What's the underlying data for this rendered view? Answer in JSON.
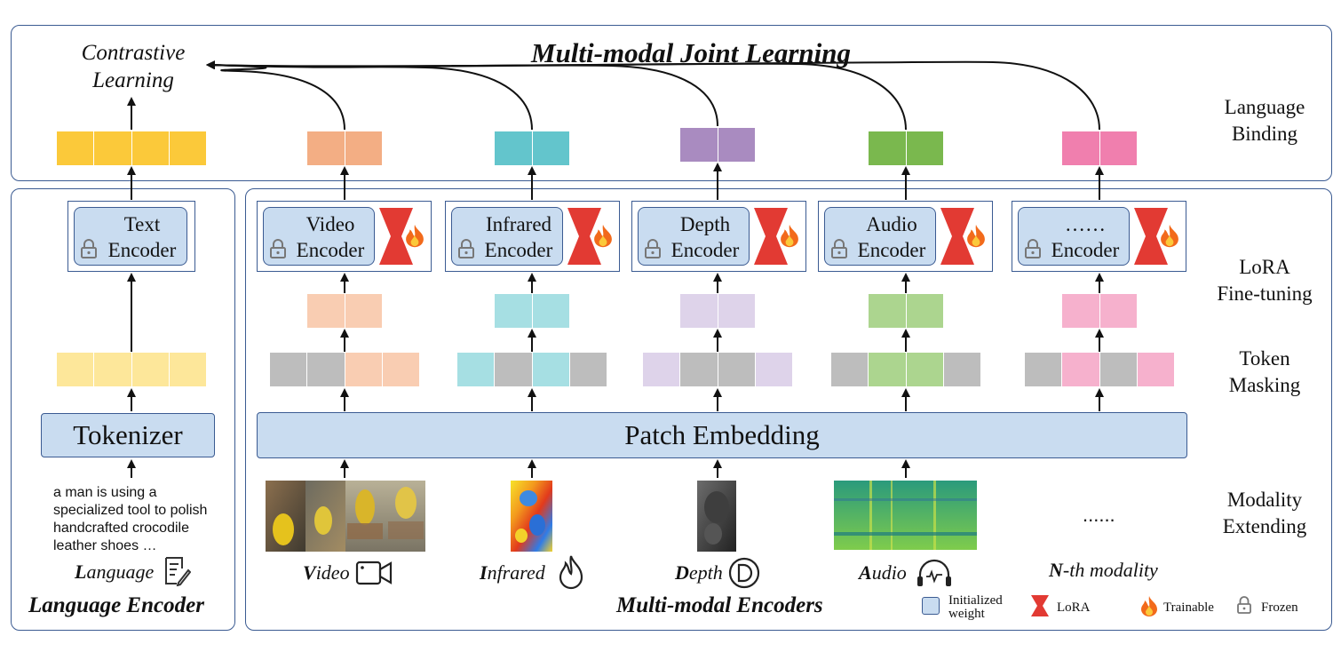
{
  "title": "Multi-modal Joint Learning",
  "contrastive": {
    "line1": "Contrastive",
    "line2": "Learning"
  },
  "side_labels": {
    "language_binding": [
      "Language",
      "Binding"
    ],
    "lora_finetuning": [
      "LoRA",
      "Fine-tuning"
    ],
    "token_masking": [
      "Token",
      "Masking"
    ],
    "modality_extending": [
      "Modality",
      "Extending"
    ]
  },
  "language_panel": {
    "title": "Language Encoder",
    "encoder": [
      "Text",
      "Encoder"
    ],
    "tokenizer": "Tokenizer",
    "caption": [
      "a man is using a",
      "specialized tool to polish",
      "handcrafted crocodile",
      "leather shoes …"
    ],
    "label_initial": "L",
    "label_rest": "anguage"
  },
  "multimodal_panel": {
    "title": "Multi-modal Encoders",
    "patch_embedding": "Patch Embedding"
  },
  "modalities": [
    {
      "key": "video",
      "encoder": [
        "Video",
        "Encoder"
      ],
      "label_initial": "V",
      "label_rest": "ideo",
      "color": "#f3ae84",
      "light": "#f9cdb2",
      "mask": [
        "#bdbdbd",
        "#bdbdbd",
        "#f9cdb2",
        "#f9cdb2"
      ]
    },
    {
      "key": "infrared",
      "encoder": [
        "Infrared",
        "Encoder"
      ],
      "label_initial": "I",
      "label_rest": "nfrared",
      "color": "#63c5cc",
      "light": "#a6dfe3",
      "mask": [
        "#a6dfe3",
        "#bdbdbd",
        "#a6dfe3",
        "#bdbdbd"
      ]
    },
    {
      "key": "depth",
      "encoder": [
        "Depth",
        "Encoder"
      ],
      "label_initial": "D",
      "label_rest": "epth",
      "color": "#a98bc0",
      "light": "#ded3ea",
      "mask": [
        "#ded3ea",
        "#bdbdbd",
        "#bdbdbd",
        "#ded3ea"
      ]
    },
    {
      "key": "audio",
      "encoder": [
        "Audio",
        "Encoder"
      ],
      "label_initial": "A",
      "label_rest": "udio",
      "color": "#7ab84e",
      "light": "#acd58f",
      "mask": [
        "#bdbdbd",
        "#acd58f",
        "#acd58f",
        "#bdbdbd"
      ]
    },
    {
      "key": "nth",
      "encoder": [
        "……",
        "Encoder"
      ],
      "label_initial": "N",
      "label_rest": "-th modality",
      "color": "#f07fae",
      "light": "#f6b1cd",
      "mask": [
        "#bdbdbd",
        "#f6b1cd",
        "#bdbdbd",
        "#f6b1cd"
      ]
    }
  ],
  "nth_placeholder": "......",
  "language_colors": {
    "dark": "#fbc93a",
    "light": "#fde79a"
  },
  "legend": {
    "initialized": [
      "Initialized",
      "weight"
    ],
    "lora": "LoRA",
    "trainable": "Trainable",
    "frozen": "Frozen"
  },
  "colors": {
    "panel_border": "#3b5b92",
    "encoder_fill": "#c9dcf0",
    "lora_red": "#e23a33",
    "mask_gray": "#bdbdbd"
  }
}
